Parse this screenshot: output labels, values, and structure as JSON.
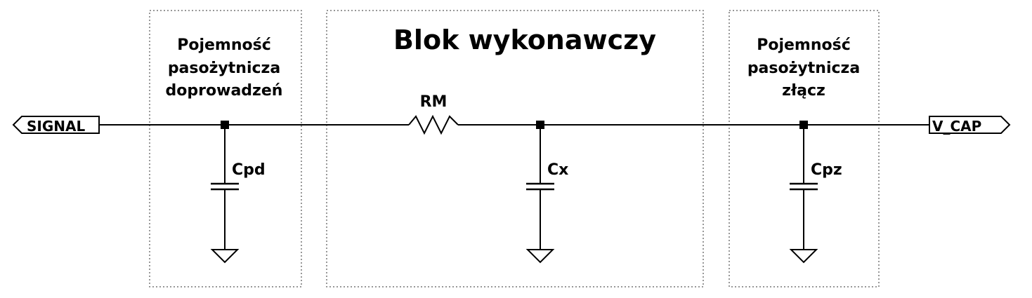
{
  "diagram": {
    "blocks": [
      {
        "id": "parasitic-leads",
        "title_lines": [
          "Pojemność",
          "pasożytnicza",
          "doprowadzeń"
        ]
      },
      {
        "id": "execution-block",
        "title_lines": [
          "Blok wykonawczy"
        ]
      },
      {
        "id": "parasitic-joints",
        "title_lines": [
          "Pojemność",
          "pasożytnicza",
          "złącz"
        ]
      }
    ],
    "ports": {
      "input": "SIGNAL",
      "output": "V_CAP"
    },
    "components": {
      "resistor": "RM",
      "cap_leads": "Cpd",
      "cap_x": "Cx",
      "cap_joints": "Cpz"
    }
  }
}
